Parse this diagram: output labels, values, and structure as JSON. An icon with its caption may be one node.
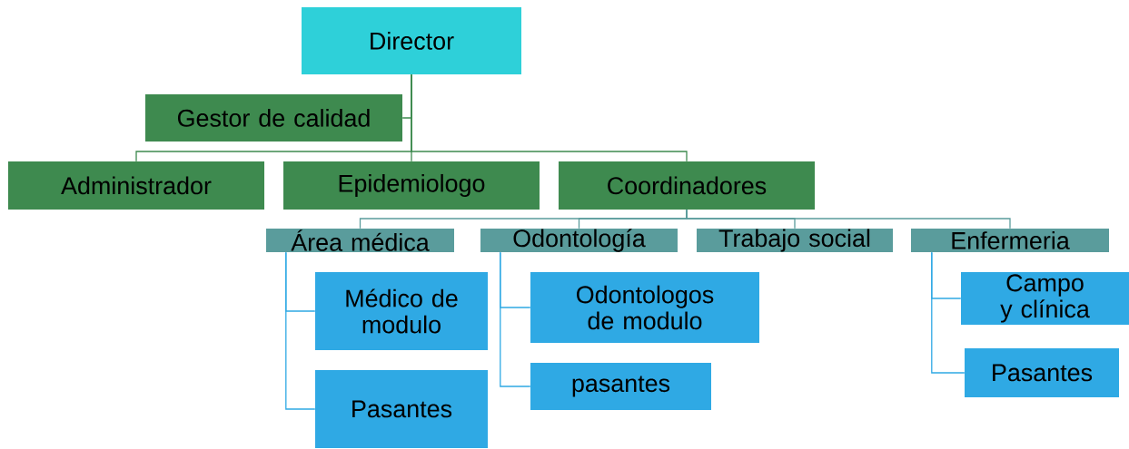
{
  "diagram": {
    "nodes": [
      {
        "text": [
          "Director"
        ]
      },
      {
        "text": [
          "Gestor de calidad"
        ]
      },
      {
        "text": [
          "Administrador"
        ]
      },
      {
        "text": [
          "Epidemiologo"
        ]
      },
      {
        "text": [
          "Coordinadores"
        ]
      },
      {
        "text": [
          "Área médica"
        ]
      },
      {
        "text": [
          "Odontología"
        ]
      },
      {
        "text": [
          "Trabajo social"
        ]
      },
      {
        "text": [
          "Enfermeria"
        ]
      },
      {
        "text": [
          "Médico de modulo"
        ]
      },
      {
        "text": [
          "Pasantes"
        ]
      },
      {
        "text": [
          "Odontologos de modulo"
        ]
      },
      {
        "text": [
          "pasantes"
        ]
      },
      {
        "text": [
          "Campo y clínica"
        ]
      },
      {
        "text": [
          "Pasantes"
        ]
      }
    ],
    "edges": [
      {
        "from": 0,
        "to": 1,
        "arrow": "none",
        "color": "#3e8a4f"
      },
      {
        "from": 0,
        "to": 2,
        "arrow": "none",
        "color": "#3e8a4f"
      },
      {
        "from": 0,
        "to": 3,
        "arrow": "none",
        "color": "#3e8a4f"
      },
      {
        "from": 0,
        "to": 4,
        "arrow": "none",
        "color": "#3e8a4f"
      },
      {
        "from": 4,
        "to": 5,
        "arrow": "none",
        "color": "#5a9c9c"
      },
      {
        "from": 4,
        "to": 6,
        "arrow": "none",
        "color": "#5a9c9c"
      },
      {
        "from": 4,
        "to": 7,
        "arrow": "none",
        "color": "#5a9c9c"
      },
      {
        "from": 4,
        "to": 8,
        "arrow": "none",
        "color": "#5a9c9c"
      },
      {
        "from": 5,
        "to": 9,
        "arrow": "none"
      },
      {
        "from": 5,
        "to": 10,
        "arrow": "none"
      },
      {
        "from": 6,
        "to": 11,
        "arrow": "none"
      },
      {
        "from": 6,
        "to": 12,
        "arrow": "none"
      },
      {
        "from": 8,
        "to": 13,
        "arrow": "none"
      },
      {
        "from": 8,
        "to": 14,
        "arrow": "none"
      }
    ]
  }
}
